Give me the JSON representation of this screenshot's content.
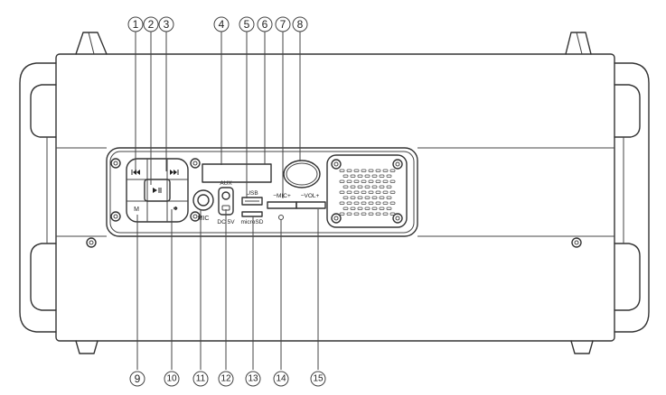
{
  "callouts_top": [
    "1",
    "2",
    "3",
    "4",
    "5",
    "6",
    "7",
    "8"
  ],
  "callouts_bottom": [
    "9",
    "10",
    "11",
    "12",
    "13",
    "14",
    "15"
  ],
  "panel_labels": {
    "mode": "M",
    "mic": "MIC",
    "aux": "AUX",
    "dc": "DC 5V",
    "usb": "USB",
    "microsd": "microSD",
    "mic_volume": "−MIC+",
    "volume": "−VOL+"
  },
  "button_icons": {
    "prev": "previous-track-icon",
    "play_pause": "play-pause-icon",
    "next": "next-track-icon",
    "bluetooth": "bluetooth-icon"
  }
}
